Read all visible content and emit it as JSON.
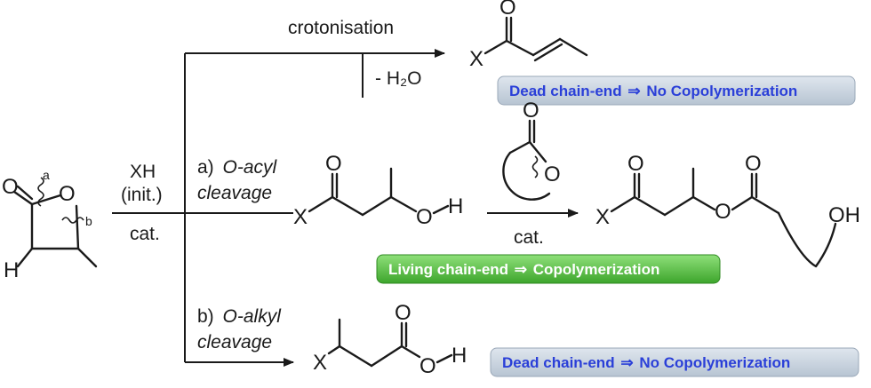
{
  "colors": {
    "ink": "#1a1a1a",
    "dead_box_fill": "#c8d3df",
    "dead_box_text": "#2a3fd8",
    "living_box_fill": "#57b845",
    "living_box_text": "#ffffff"
  },
  "reagents": {
    "initiator": "XH",
    "initiator_note": "(init.)",
    "catalyst": "cat.",
    "catalyst_2": "cat."
  },
  "pathways": {
    "crotonisation": {
      "label": "crotonisation",
      "byproduct": "- H₂O"
    },
    "acyl": {
      "prefix": "a)",
      "label": "O-acyl",
      "label2": "cleavage"
    },
    "alkyl": {
      "prefix": "b)",
      "label": "O-alkyl",
      "label2": "cleavage"
    }
  },
  "bond_labels": {
    "a": "a",
    "b": "b"
  },
  "atoms": {
    "O": "O",
    "H": "H",
    "X": "X",
    "OH": "OH"
  },
  "outcomes": {
    "dead_1": {
      "left": "Dead chain-end",
      "arrow": "⇒",
      "right": "No Copolymerization"
    },
    "living": {
      "left": "Living chain-end",
      "arrow": "⇒",
      "right": "Copolymerization"
    },
    "dead_2": {
      "left": "Dead chain-end",
      "arrow": "⇒",
      "right": "No Copolymerization"
    }
  }
}
